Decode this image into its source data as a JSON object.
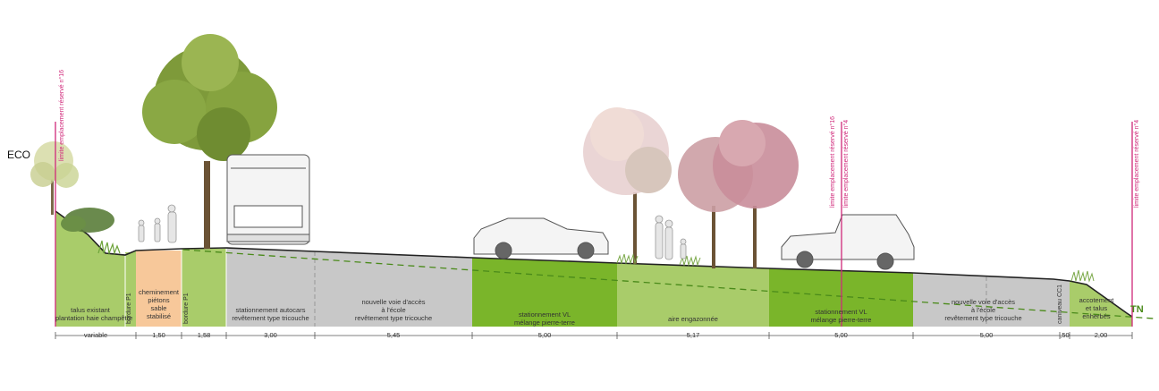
{
  "top_left_label": "ECO",
  "right_end_label": "TN",
  "zones": [
    {
      "id": "talus",
      "lines": [
        "talus existant",
        "plantation haie champêtre"
      ],
      "color": "#a9cc6a"
    },
    {
      "id": "bordure1",
      "vertical": "bordure P1",
      "color": "#a9cc6a"
    },
    {
      "id": "cheminement",
      "lines": [
        "cheminement",
        "piétons",
        "sable",
        "stabilisé"
      ],
      "color": "#f7c89a"
    },
    {
      "id": "bordure2",
      "vertical": "bordure P1",
      "color": "#a9cc6a"
    },
    {
      "id": "stat_autocars",
      "lines": [
        "stationnement autocars",
        "revêtement type tricouche"
      ],
      "color": "#c8c8c8"
    },
    {
      "id": "voie1",
      "lines": [
        "nouvelle voie d'accès",
        "à l'école",
        "revêtement type tricouche"
      ],
      "color": "#c8c8c8"
    },
    {
      "id": "stat_vl1",
      "lines": [
        "stationnement VL",
        "mélange pierre-terre"
      ],
      "color": "#7ab52a"
    },
    {
      "id": "aire",
      "lines": [
        "aire engazonnée"
      ],
      "color": "#a9cc6a"
    },
    {
      "id": "stat_vl2",
      "lines": [
        "stationnement VL",
        "mélange pierre-terre"
      ],
      "color": "#7ab52a"
    },
    {
      "id": "voie2",
      "lines": [
        "nouvelle voie d'accès",
        "à l'école",
        "revêtement type tricouche"
      ],
      "color": "#c8c8c8"
    },
    {
      "id": "caniveau",
      "vertical": "caniveau CC1",
      "color": "#c8c8c8"
    },
    {
      "id": "accotement",
      "lines": [
        "accotement",
        "et talus",
        "enherbés"
      ],
      "color": "#a9cc6a"
    }
  ],
  "dimensions": [
    "variable",
    "1,50",
    "1,58",
    "3,00",
    "5,45",
    "5,00",
    "5,17",
    "5,00",
    "5,00",
    ",50",
    "2,00"
  ],
  "limit_labels": [
    "limite emplacement réservé n°16",
    "limite emplacement réservé n°16",
    "limite emplacement réservé n°4",
    "limite emplacement réservé n°4"
  ],
  "colors": {
    "grass": "#a9cc6a",
    "parking_green": "#7ab52a",
    "asphalt": "#c8c8c8",
    "path_sand": "#f7c89a",
    "limit_line": "#d0287a",
    "tn_line": "#4a8a1a"
  }
}
